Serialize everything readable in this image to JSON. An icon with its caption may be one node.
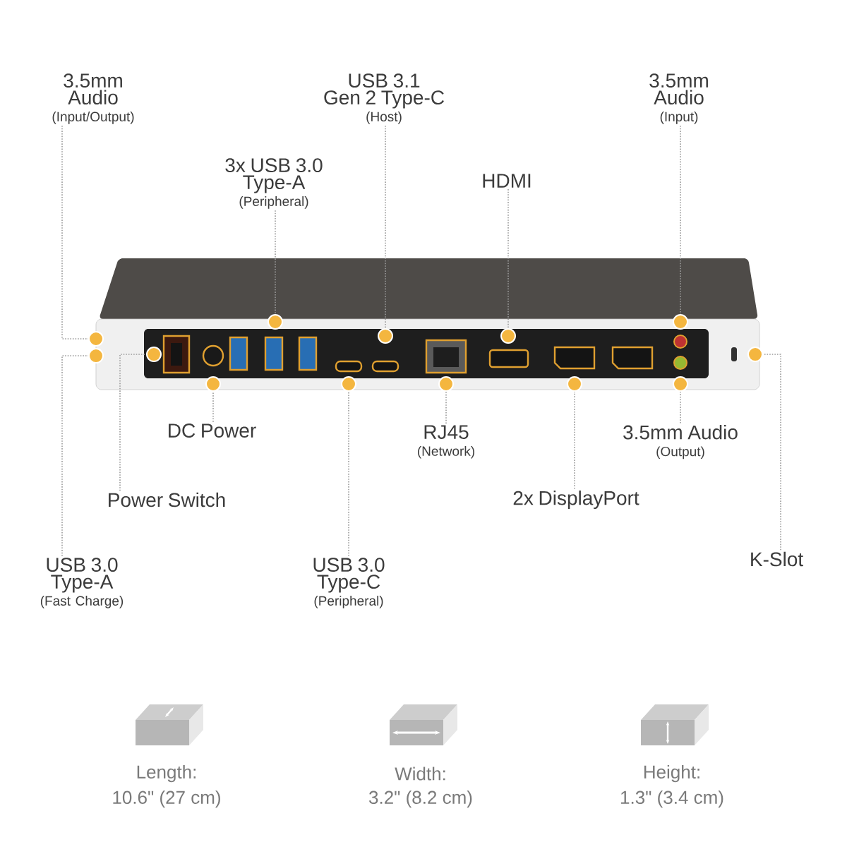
{
  "diagram": {
    "nodes": [
      {
        "text": [],
        "shape": "picture"
      },
      {
        "text": [],
        "shape": "circle",
        "in": 0
      },
      {
        "text": [],
        "shape": "circle",
        "in": 0
      },
      {
        "text": [],
        "shape": "circle",
        "in": 0
      },
      {
        "text": [],
        "shape": "circle",
        "in": 0
      },
      {
        "text": [],
        "shape": "circle",
        "in": 0
      },
      {
        "text": [],
        "shape": "circle",
        "in": 0
      },
      {
        "text": [],
        "shape": "circle",
        "in": 0
      },
      {
        "text": [],
        "shape": "circle",
        "in": 0
      },
      {
        "text": [],
        "shape": "circle",
        "in": 0
      },
      {
        "text": [],
        "shape": "circle",
        "in": 0
      },
      {
        "text": [],
        "shape": "circle",
        "in": 0
      },
      {
        "text": [],
        "shape": "circle",
        "in": 0
      },
      {
        "text": [],
        "shape": "circle",
        "in": 0
      },
      {
        "text": [
          "3.5mm Audio",
          "(Input/Output)"
        ]
      },
      {
        "text": [
          "USB 3.1 Gen 2 Type-C",
          "(Host)"
        ]
      },
      {
        "text": [
          "3.5mm Audio",
          "(Input)"
        ]
      },
      {
        "text": [
          "3x USB 3.0 Type-A",
          "(Peripheral)"
        ]
      },
      {
        "text": [
          "HDMI"
        ]
      },
      {
        "text": [
          "DC Power"
        ]
      },
      {
        "text": [
          "RJ45",
          "(Network)"
        ]
      },
      {
        "text": [
          "3.5mm Audio",
          "(Output)"
        ]
      },
      {
        "text": [
          "Power Switch"
        ]
      },
      {
        "text": [
          "2x DisplayPort"
        ]
      },
      {
        "text": [
          "USB 3.0 Type-A",
          "(Fast Charge)"
        ]
      },
      {
        "text": [
          "USB 3.0 Type-C",
          "(Peripheral)"
        ]
      },
      {
        "text": [
          "K-Slot"
        ]
      }
    ],
    "edges": [
      {
        "from": 14,
        "to": 1,
        "arrow": "none"
      },
      {
        "from": 15,
        "to": 7,
        "arrow": "none"
      },
      {
        "from": 16,
        "to": 11,
        "arrow": "none"
      },
      {
        "from": 17,
        "to": 5,
        "arrow": "none"
      },
      {
        "from": 18,
        "to": 9,
        "arrow": "none"
      },
      {
        "from": 19,
        "to": 4,
        "arrow": "none"
      },
      {
        "from": 20,
        "to": 8,
        "arrow": "none"
      },
      {
        "from": 21,
        "to": 12,
        "arrow": "none"
      },
      {
        "from": 22,
        "to": 3,
        "arrow": "none"
      },
      {
        "from": 23,
        "to": 10,
        "arrow": "none"
      },
      {
        "from": 24,
        "to": 2,
        "arrow": "none"
      },
      {
        "from": 25,
        "to": 6,
        "arrow": "none"
      },
      {
        "from": 26,
        "to": 13,
        "arrow": "none"
      }
    ],
    "labels": [
      "Length:",
      "10.6\" (27 cm)",
      "Width:",
      "3.2\" (8.2 cm)",
      "Height:",
      "1.3\" (3.4 cm)"
    ]
  }
}
